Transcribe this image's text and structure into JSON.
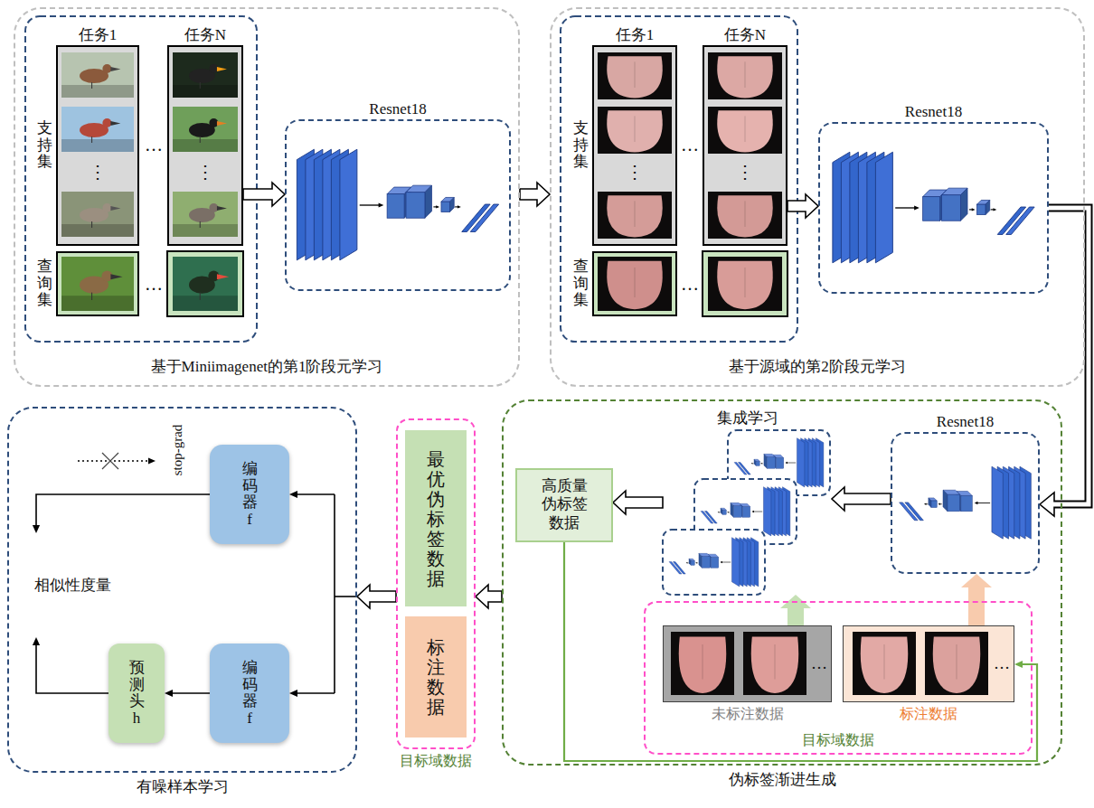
{
  "diagram": {
    "nodes": [
      {
        "text": [
          "基于Miniimagenet的第1阶段元学习"
        ]
      },
      {
        "text": [
          "任务1",
          "支持集"
        ],
        "in": 0
      },
      {
        "text": [
          "查询集"
        ],
        "in": 0
      },
      {
        "text": [
          "任务N"
        ],
        "in": 0
      },
      {
        "text": [
          "Resnet18"
        ],
        "in": 0
      },
      {
        "text": [
          "基于源域的第2阶段元学习"
        ]
      },
      {
        "text": [
          "任务1",
          "支持集"
        ],
        "in": 5
      },
      {
        "text": [
          "查询集"
        ],
        "in": 5
      },
      {
        "text": [
          "任务N"
        ],
        "in": 5
      },
      {
        "text": [
          "Resnet18"
        ],
        "in": 5
      },
      {
        "text": [
          "伪标签渐进生成"
        ]
      },
      {
        "text": [
          "Resnet18"
        ],
        "in": 10
      },
      {
        "text": [
          "集成学习"
        ],
        "in": 10
      },
      {
        "text": [
          "高质量伪标签数据"
        ],
        "in": 10
      },
      {
        "text": [
          "目标域数据"
        ],
        "in": 10
      },
      {
        "text": [
          "未标注数据"
        ],
        "in": 14
      },
      {
        "text": [
          "标注数据"
        ],
        "in": 14
      },
      {
        "text": [
          "目标域数据"
        ]
      },
      {
        "text": [
          "最优伪标签数据"
        ],
        "in": 17
      },
      {
        "text": [
          "标注数据"
        ],
        "in": 17
      },
      {
        "text": [
          "有噪样本学习"
        ]
      },
      {
        "text": [
          "编码器f"
        ],
        "in": 20
      },
      {
        "text": [
          "编码器f"
        ],
        "in": 20
      },
      {
        "text": [
          "预测头h"
        ],
        "in": 20
      }
    ],
    "edges": [
      {
        "from": 3,
        "to": 4,
        "arrow": "to"
      },
      {
        "from": 0,
        "to": 5,
        "arrow": "to"
      },
      {
        "from": 8,
        "to": 9,
        "arrow": "to"
      },
      {
        "from": 9,
        "to": 11,
        "arrow": "to"
      },
      {
        "from": 11,
        "to": 12,
        "arrow": "to"
      },
      {
        "from": 12,
        "to": 13,
        "arrow": "to"
      },
      {
        "from": 15,
        "to": 12,
        "arrow": "to"
      },
      {
        "from": 16,
        "to": 11,
        "arrow": "to"
      },
      {
        "from": 13,
        "to": 16,
        "arrow": "to"
      },
      {
        "from": 10,
        "to": 17,
        "arrow": "to"
      },
      {
        "from": 17,
        "to": 20,
        "arrow": "to"
      },
      {
        "from": 22,
        "to": 23,
        "arrow": "to"
      }
    ],
    "labels": [
      "…",
      "⋮",
      "⋮",
      "…",
      "…",
      "⋮",
      "⋮",
      "…",
      "…",
      "…",
      "stop-grad",
      "相似性度量"
    ]
  }
}
